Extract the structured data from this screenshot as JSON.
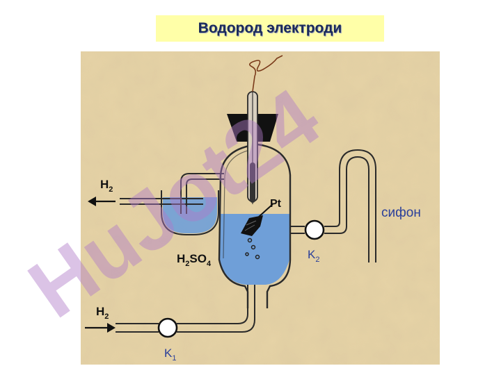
{
  "title": "Водород электроди",
  "labels": {
    "h2_outlet": "H",
    "h2_outlet_sub": "2",
    "h2_inlet": "H",
    "h2_inlet_sub": "2",
    "pt": "Pt",
    "acid_main": "H",
    "acid_sub1": "2",
    "acid_mid": "SO",
    "acid_sub2": "4",
    "valve_k1": "K",
    "valve_k1_sub": "1",
    "valve_k2": "K",
    "valve_k2_sub": "2",
    "siphon": "сифон"
  },
  "watermark": "HuJot24",
  "colors": {
    "title_bg": "#ffffa8",
    "title_text": "#1a2a5a",
    "paper": "#e6d3a6",
    "liquid": "#6f9fd8",
    "valve_label": "#2a3f9a",
    "watermark": "#b07ac8"
  }
}
